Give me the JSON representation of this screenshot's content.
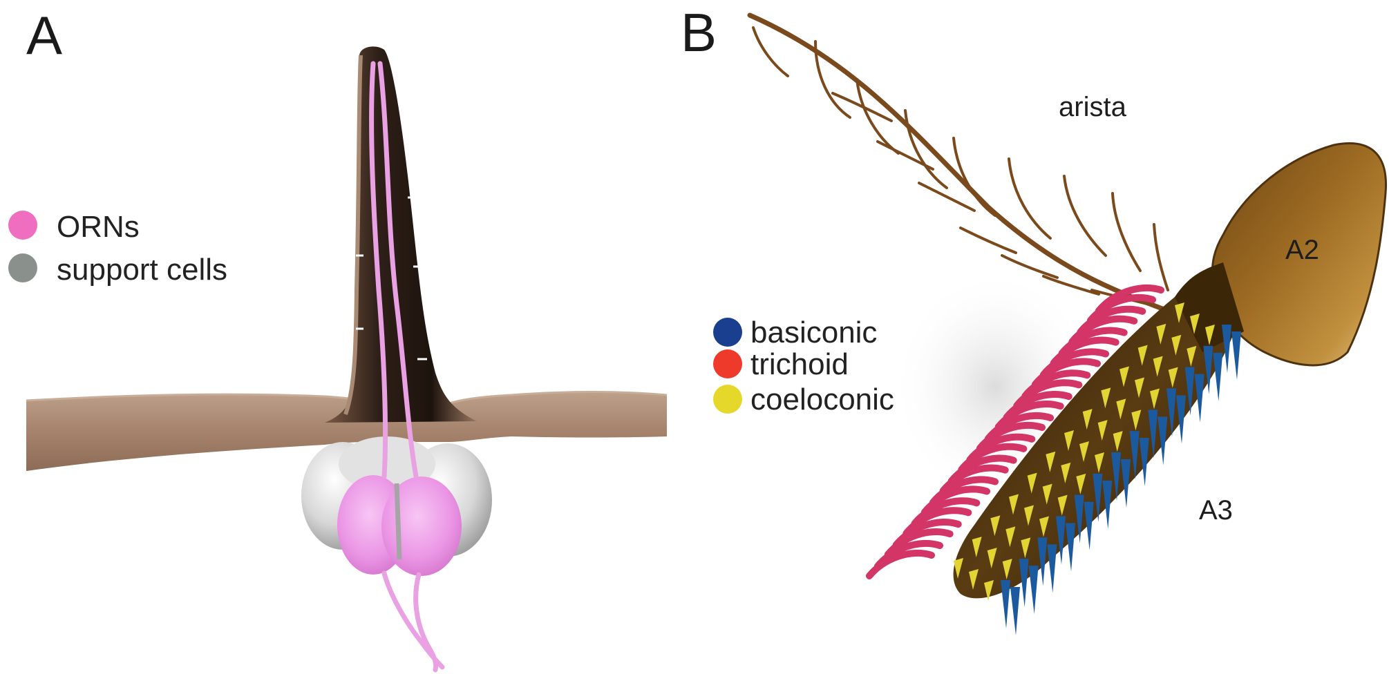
{
  "panel_a": {
    "letter": "A",
    "legend": [
      {
        "label": "ORNs",
        "color": "#f06ec0"
      },
      {
        "label": "support cells",
        "color": "#8a918c"
      }
    ]
  },
  "panel_b": {
    "letter": "B",
    "labels": {
      "arista": "arista",
      "a2": "A2",
      "a3": "A3"
    },
    "legend": [
      {
        "label": "basiconic",
        "color": "#1b3f8f"
      },
      {
        "label": "trichoid",
        "color": "#ee3a2a"
      },
      {
        "label": "coeloconic",
        "color": "#e6d82a"
      }
    ]
  },
  "colors": {
    "cuticle": "#a5836c",
    "cuticle_dark": "#3b2a1d",
    "antenna_brown": "#8a5c1a",
    "arista_brown": "#7a4a1c",
    "orn_fill": "#eb9ae8",
    "support_cell": "#cfcfcf",
    "trichoid_pink": "#d23566",
    "coeloconic_yellow": "#e2d433",
    "basiconic_blue": "#1c5aa0"
  }
}
